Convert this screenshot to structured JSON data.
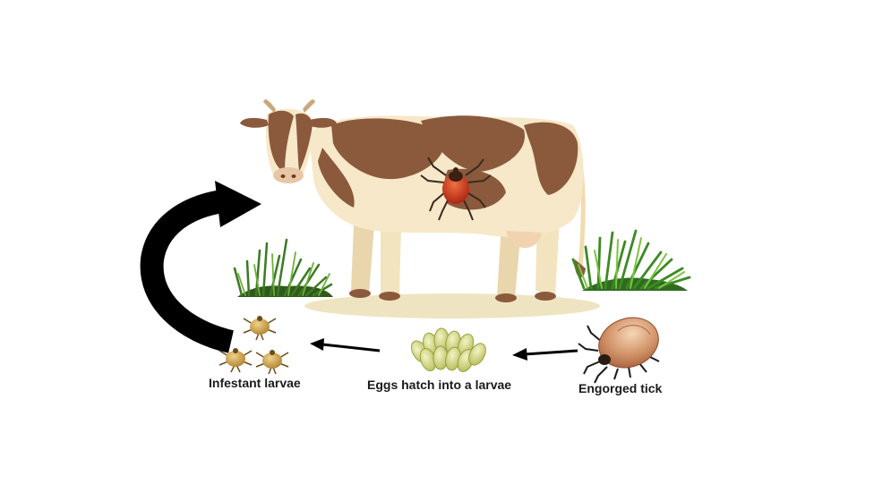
{
  "diagram": {
    "stages": {
      "larvae": "Infestant larvae",
      "eggs": "Eggs hatch into a larvae",
      "engorged": "Engorged tick"
    },
    "colors": {
      "cow_cream": "#f4e6c6",
      "cow_brown": "#8b5a3c",
      "ground": "#efe4c2",
      "grass_dark": "#2f6b1f",
      "grass_light": "#5aa832",
      "tick_red": "#c8361a",
      "engorged": "#d49a6a",
      "egg": "#d8dc8a",
      "larva": "#c8a04a",
      "arrow": "#000000"
    }
  }
}
